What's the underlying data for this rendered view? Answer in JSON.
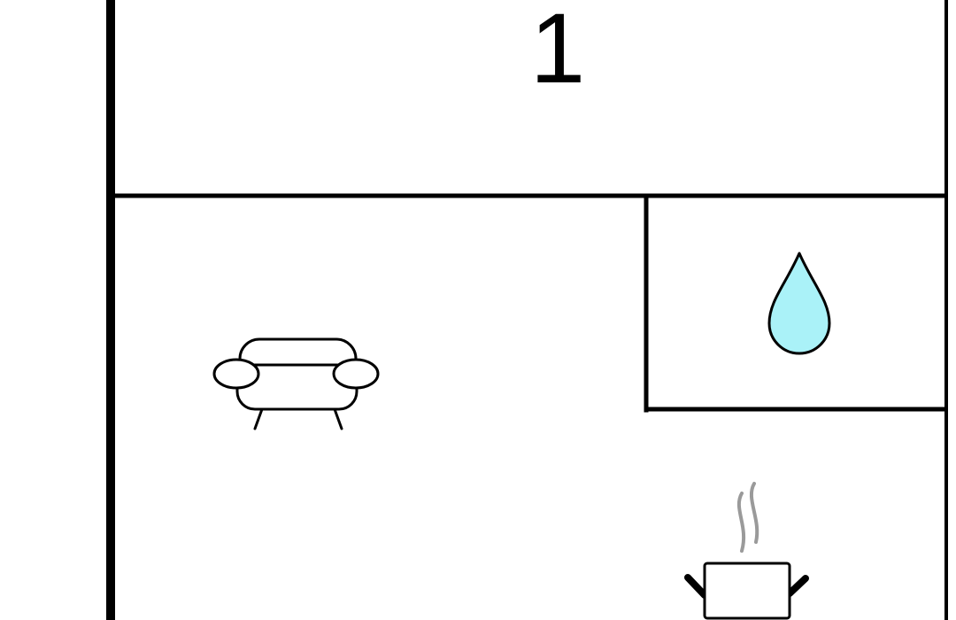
{
  "floorplan": {
    "room_number": "1",
    "colors": {
      "wall": "#000000",
      "background": "#ffffff",
      "water": "#aaf2f8",
      "steam": "#9a9a9a"
    },
    "rooms": [
      {
        "type": "upper-room"
      },
      {
        "type": "living-room",
        "icon": "sofa-icon"
      },
      {
        "type": "bathroom",
        "icon": "water-drop-icon"
      },
      {
        "type": "kitchen",
        "icon": "cooking-pot-icon"
      }
    ]
  }
}
